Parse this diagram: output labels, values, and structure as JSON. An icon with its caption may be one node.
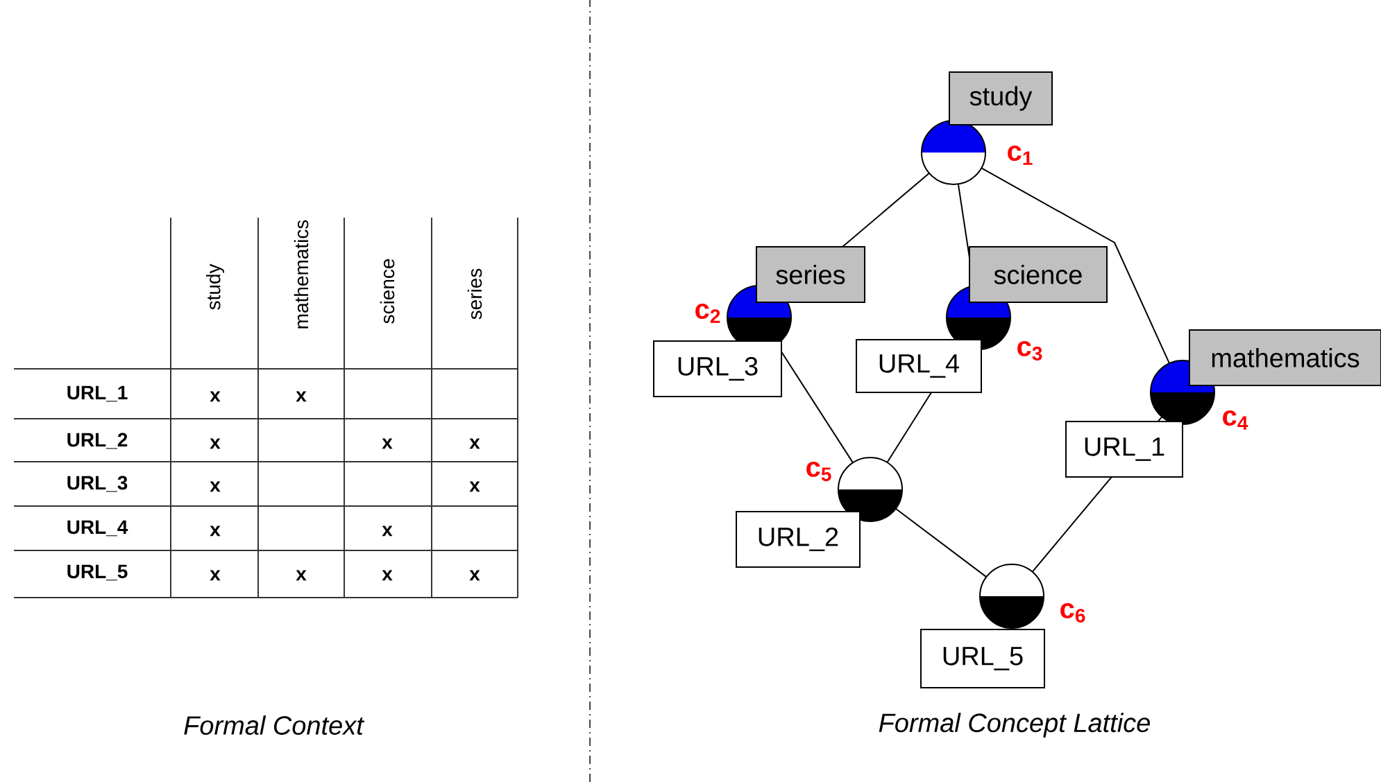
{
  "diagram": {
    "nodes": [
      {
        "text": [
          "study",
          "c$_{1}$"
        ]
      },
      {
        "text": [
          "series",
          "c$_{2}$",
          "URL_3"
        ]
      },
      {
        "text": [
          "science",
          "c$_{3}$",
          "URL_4"
        ]
      },
      {
        "text": [
          "mathematics",
          "c$_{4}$",
          "URL_1"
        ]
      },
      {
        "text": [
          "c$_{5}$",
          "URL_2"
        ]
      },
      {
        "text": [
          "c$_{6}$",
          "URL_5"
        ]
      }
    ],
    "edges": [
      {
        "from": 0,
        "to": 1,
        "arrow": "none"
      },
      {
        "from": 0,
        "to": 2,
        "arrow": "none"
      },
      {
        "from": 0,
        "to": 3,
        "arrow": "none"
      },
      {
        "from": 1,
        "to": 4,
        "arrow": "none"
      },
      {
        "from": 2,
        "to": 4,
        "arrow": "none"
      },
      {
        "from": 3,
        "to": 5,
        "arrow": "none"
      },
      {
        "from": 4,
        "to": 5,
        "arrow": "none"
      }
    ],
    "labels": [
      "study",
      "mathematics",
      "science",
      "series",
      "URL_1",
      "x",
      "x",
      "URL_2",
      "x",
      "x",
      "x",
      "URL_3",
      "x",
      "x",
      "URL_4",
      "x",
      "x",
      "URL_5",
      "x",
      "x",
      "x",
      "x",
      "Formal Context",
      "Formal Concept Lattice"
    ]
  }
}
